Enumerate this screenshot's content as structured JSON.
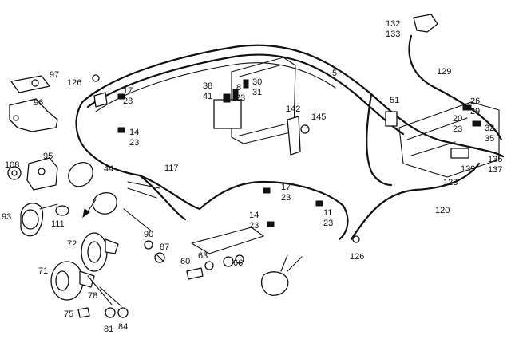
{
  "diagram": {
    "labels": [
      {
        "id": "lbl-132-133a",
        "text": "132"
      },
      {
        "id": "lbl-132-133b",
        "text": "133"
      },
      {
        "id": "lbl-129",
        "text": "129"
      },
      {
        "id": "lbl-5",
        "text": "5"
      },
      {
        "id": "lbl-97",
        "text": "97"
      },
      {
        "id": "lbl-126a",
        "text": "126"
      },
      {
        "id": "lbl-96",
        "text": "96"
      },
      {
        "id": "lbl-17a",
        "text": "17"
      },
      {
        "id": "lbl-23a",
        "text": "23"
      },
      {
        "id": "lbl-38",
        "text": "38"
      },
      {
        "id": "lbl-41",
        "text": "41"
      },
      {
        "id": "lbl-8",
        "text": "8"
      },
      {
        "id": "lbl-23b",
        "text": "23"
      },
      {
        "id": "lbl-30",
        "text": "30"
      },
      {
        "id": "lbl-31",
        "text": "31"
      },
      {
        "id": "lbl-51",
        "text": "51"
      },
      {
        "id": "lbl-26",
        "text": "26"
      },
      {
        "id": "lbl-29",
        "text": "29"
      },
      {
        "id": "lbl-142",
        "text": "142"
      },
      {
        "id": "lbl-145",
        "text": "145"
      },
      {
        "id": "lbl-20",
        "text": "20"
      },
      {
        "id": "lbl-23c",
        "text": "23"
      },
      {
        "id": "lbl-32",
        "text": "32"
      },
      {
        "id": "lbl-35",
        "text": "35"
      },
      {
        "id": "lbl-14a",
        "text": "14"
      },
      {
        "id": "lbl-23d",
        "text": "23"
      },
      {
        "id": "lbl-108",
        "text": "108"
      },
      {
        "id": "lbl-95",
        "text": "95"
      },
      {
        "id": "lbl-44",
        "text": "44"
      },
      {
        "id": "lbl-117",
        "text": "117"
      },
      {
        "id": "lbl-135",
        "text": "135"
      },
      {
        "id": "lbl-137",
        "text": "137"
      },
      {
        "id": "lbl-139",
        "text": "139"
      },
      {
        "id": "lbl-123",
        "text": "123"
      },
      {
        "id": "lbl-17b",
        "text": "17"
      },
      {
        "id": "lbl-23e",
        "text": "23"
      },
      {
        "id": "lbl-93",
        "text": "93"
      },
      {
        "id": "lbl-111",
        "text": "111"
      },
      {
        "id": "lbl-120",
        "text": "120"
      },
      {
        "id": "lbl-14b",
        "text": "14"
      },
      {
        "id": "lbl-23f",
        "text": "23"
      },
      {
        "id": "lbl-11",
        "text": "11"
      },
      {
        "id": "lbl-23g",
        "text": "23"
      },
      {
        "id": "lbl-90",
        "text": "90"
      },
      {
        "id": "lbl-72",
        "text": "72"
      },
      {
        "id": "lbl-87",
        "text": "87"
      },
      {
        "id": "lbl-126b",
        "text": "126"
      },
      {
        "id": "lbl-63",
        "text": "63"
      },
      {
        "id": "lbl-60",
        "text": "60"
      },
      {
        "id": "lbl-66",
        "text": "66"
      },
      {
        "id": "lbl-71",
        "text": "71"
      },
      {
        "id": "lbl-78",
        "text": "78"
      },
      {
        "id": "lbl-75",
        "text": "75"
      },
      {
        "id": "lbl-81",
        "text": "81"
      },
      {
        "id": "lbl-84",
        "text": "84"
      }
    ]
  }
}
